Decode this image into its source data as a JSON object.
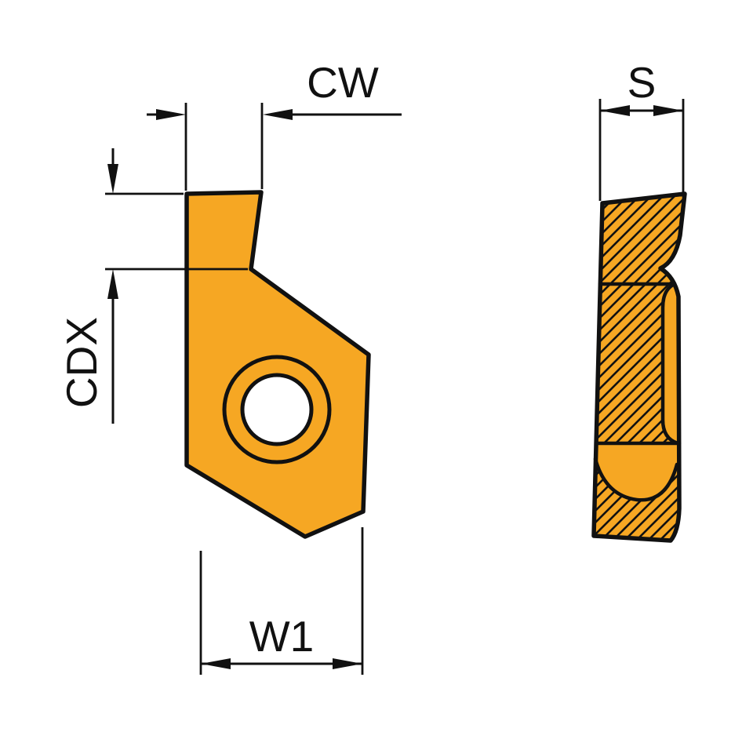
{
  "diagram": {
    "labels": {
      "cw": "CW",
      "cdx": "CDX",
      "w1": "W1",
      "s": "S"
    },
    "colors": {
      "insert_fill": "#F6A723",
      "hole_fill": "#FFFFFF",
      "line": "#111111",
      "background": "#FFFFFF"
    }
  }
}
